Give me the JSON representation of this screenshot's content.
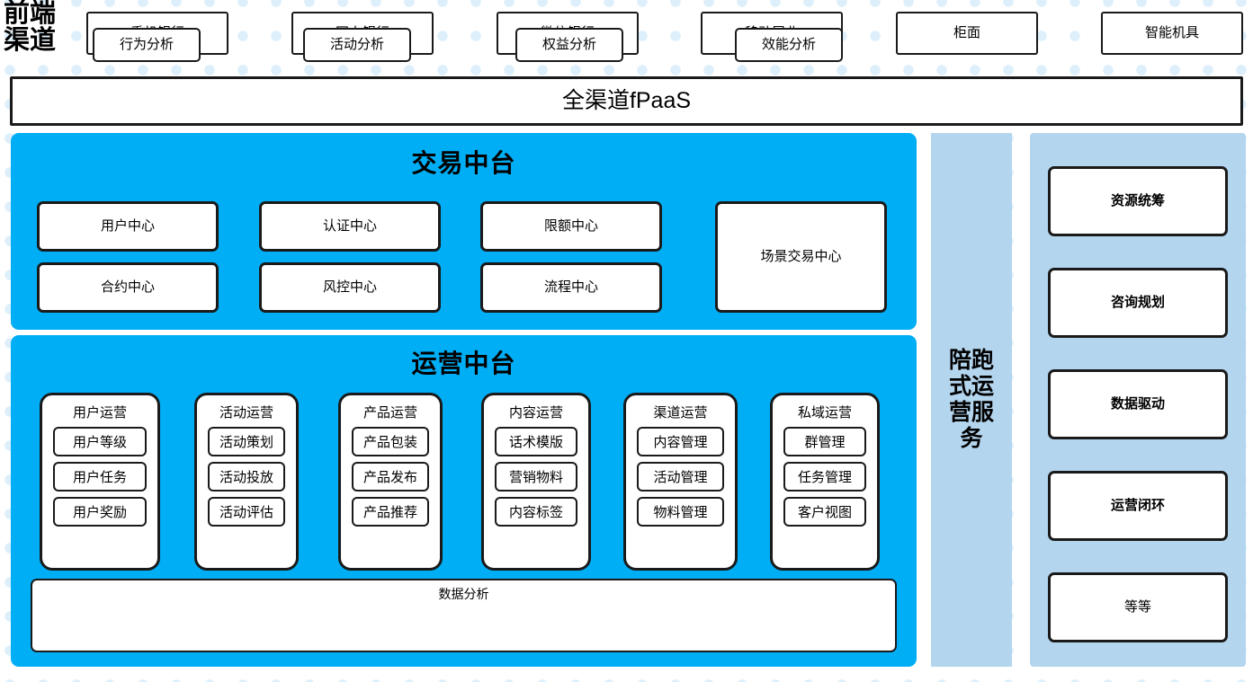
{
  "colors": {
    "cyan_panel": "#00AEF5",
    "light_blue_panel": "#B4D5EE",
    "dot_pattern": "#DDEFFB",
    "box_border": "#1A1A1A",
    "box_fill": "#FFFFFF"
  },
  "front_end": {
    "label": "前端\n渠道",
    "label_line1": "前端",
    "label_line2": "渠道",
    "channels": [
      {
        "label": "手机银行"
      },
      {
        "label": "网上银行"
      },
      {
        "label": "微信银行"
      },
      {
        "label": "移动展业"
      },
      {
        "label": "柜面"
      },
      {
        "label": "智能机具"
      }
    ]
  },
  "fpaas": {
    "label": "全渠道fPaaS"
  },
  "trade_center": {
    "title": "交易中台",
    "boxes": [
      {
        "label": "用户中心"
      },
      {
        "label": "认证中心"
      },
      {
        "label": "限额中心"
      },
      {
        "label": "合约中心"
      },
      {
        "label": "风控中心"
      },
      {
        "label": "流程中心"
      },
      {
        "label": "场景交易中心"
      }
    ]
  },
  "ops_center": {
    "title": "运营中台",
    "columns": [
      {
        "title": "用户运营",
        "items": [
          "用户等级",
          "用户任务",
          "用户奖励"
        ]
      },
      {
        "title": "活动运营",
        "items": [
          "活动策划",
          "活动投放",
          "活动评估"
        ]
      },
      {
        "title": "产品运营",
        "items": [
          "产品包装",
          "产品发布",
          "产品推荐"
        ]
      },
      {
        "title": "内容运营",
        "items": [
          "话术模版",
          "营销物料",
          "内容标签"
        ]
      },
      {
        "title": "渠道运营",
        "items": [
          "内容管理",
          "活动管理",
          "物料管理"
        ]
      },
      {
        "title": "私域运营",
        "items": [
          "群管理",
          "任务管理",
          "客户视图"
        ]
      }
    ],
    "analysis": {
      "title": "数据分析",
      "items": [
        "行为分析",
        "活动分析",
        "权益分析",
        "效能分析"
      ]
    }
  },
  "companion_service": {
    "label": "陪跑式运营服务"
  },
  "service_panel": {
    "items": [
      {
        "label": "资源统筹",
        "bold": true
      },
      {
        "label": "咨询规划",
        "bold": true
      },
      {
        "label": "数据驱动",
        "bold": true
      },
      {
        "label": "运营闭环",
        "bold": true
      },
      {
        "label": "等等",
        "bold": false
      }
    ]
  }
}
